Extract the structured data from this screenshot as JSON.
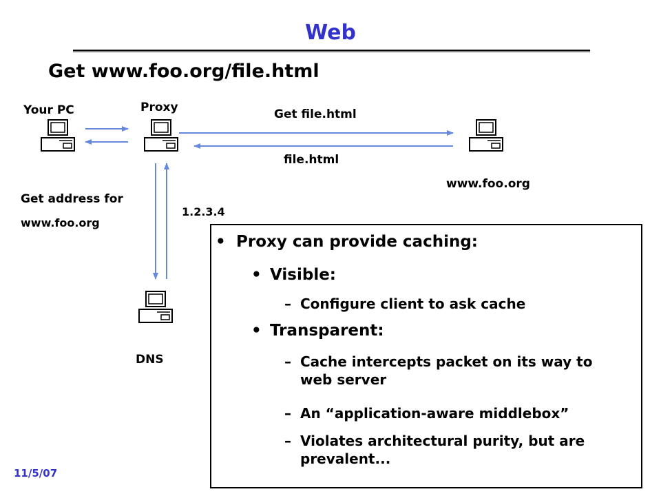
{
  "slide": {
    "title": "Web",
    "heading": "Get www.foo.org/file.html",
    "date": "11/5/07"
  },
  "diagram": {
    "nodes": {
      "your_pc": "Your PC",
      "proxy": "Proxy",
      "server": "www.foo.org",
      "dns": "DNS"
    },
    "labels": {
      "get_file": "Get file.html",
      "file_reply": "file.html",
      "get_address_line1": "Get address for",
      "get_address_line2": "www.foo.org",
      "dns_reply": "1.2.3.4"
    },
    "arrow_color": "#6688dd",
    "icon": "desktop-computer-icon"
  },
  "bullets": {
    "main": "Proxy can provide caching:",
    "visible": "Visible:",
    "visible_sub": "Configure client to ask cache",
    "transparent": "Transparent:",
    "transparent_sub1": "Cache intercepts packet on its way to web server",
    "transparent_sub2": "An “application-aware middlebox”",
    "transparent_sub3": "Violates architectural purity, but are prevalent...",
    "bullet_mark": "•",
    "dash_mark": "–"
  }
}
